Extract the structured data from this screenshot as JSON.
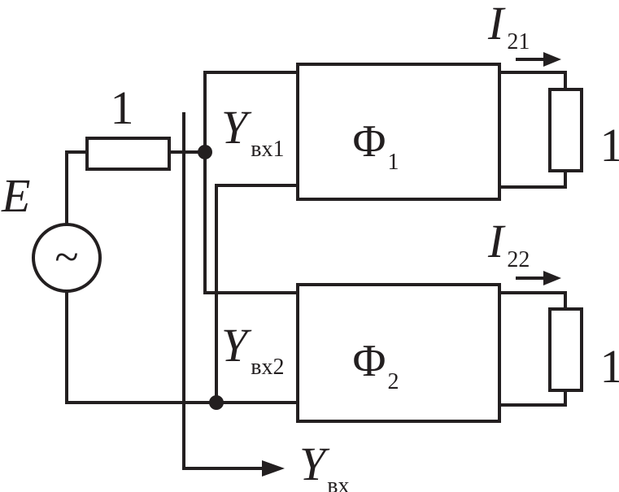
{
  "source": {
    "label": "E",
    "symbol": "~"
  },
  "source_resistor": {
    "value": "1"
  },
  "filters": [
    {
      "letter": "Φ",
      "index": "1",
      "input_admittance": {
        "symbol": "Y",
        "subscript": "вх1"
      },
      "output_current": {
        "symbol": "I",
        "subscript": "21"
      },
      "load": "1"
    },
    {
      "letter": "Φ",
      "index": "2",
      "input_admittance": {
        "symbol": "Y",
        "subscript": "вх2"
      },
      "output_current": {
        "symbol": "I",
        "subscript": "22"
      },
      "load": "1"
    }
  ],
  "total_admittance": {
    "symbol": "Y",
    "subscript": "вх"
  },
  "colors": {
    "ink": "#231f20",
    "background": "#ffffff"
  }
}
